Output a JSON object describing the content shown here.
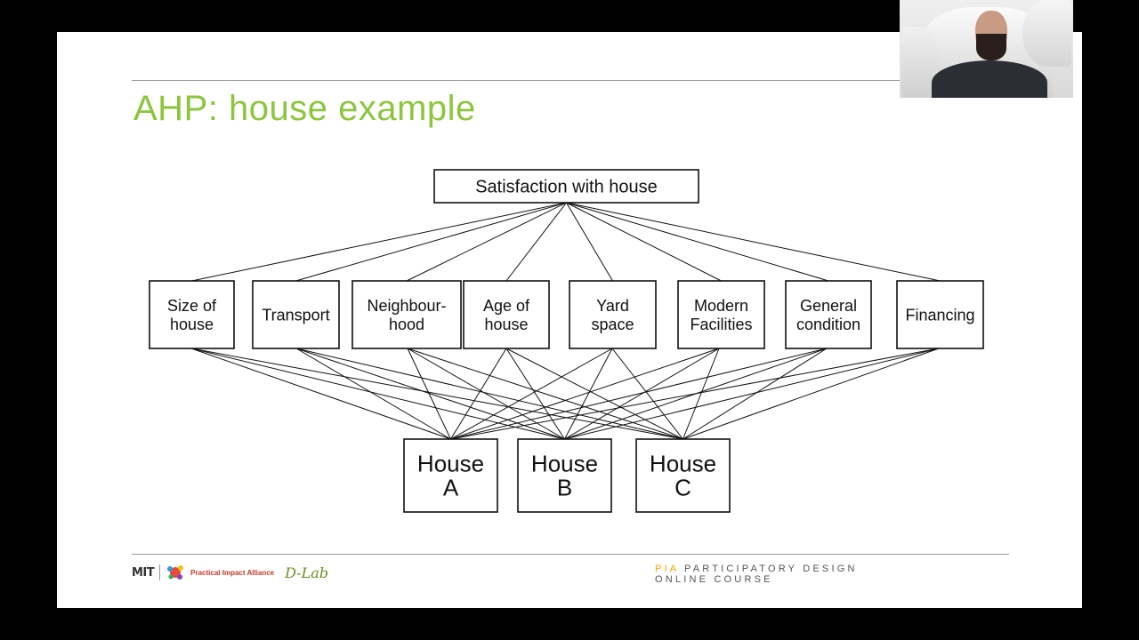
{
  "slide": {
    "title": "AHP: house example"
  },
  "diagram": {
    "goal": "Satisfaction with house",
    "criteria": [
      [
        "Size of",
        "house"
      ],
      [
        "Transport"
      ],
      [
        "Neighbour-",
        "hood"
      ],
      [
        "Age of",
        "house"
      ],
      [
        "Yard",
        "space"
      ],
      [
        "Modern",
        "Facilities"
      ],
      [
        "General",
        "condition"
      ],
      [
        "Financing"
      ]
    ],
    "alternatives": [
      [
        "House",
        "A"
      ],
      [
        "House",
        "B"
      ],
      [
        "House",
        "C"
      ]
    ]
  },
  "footer": {
    "mit_logo": "MIT",
    "alliance": "Practical Impact Alliance",
    "dlab": "D-Lab",
    "course_accent": "PIA",
    "course_line1": "PARTICIPATORY DESIGN",
    "course_line2": "ONLINE COURSE"
  },
  "colors": {
    "title": "#8cc63f",
    "accent": "#f0a500",
    "rule": "#9a9a9a"
  }
}
